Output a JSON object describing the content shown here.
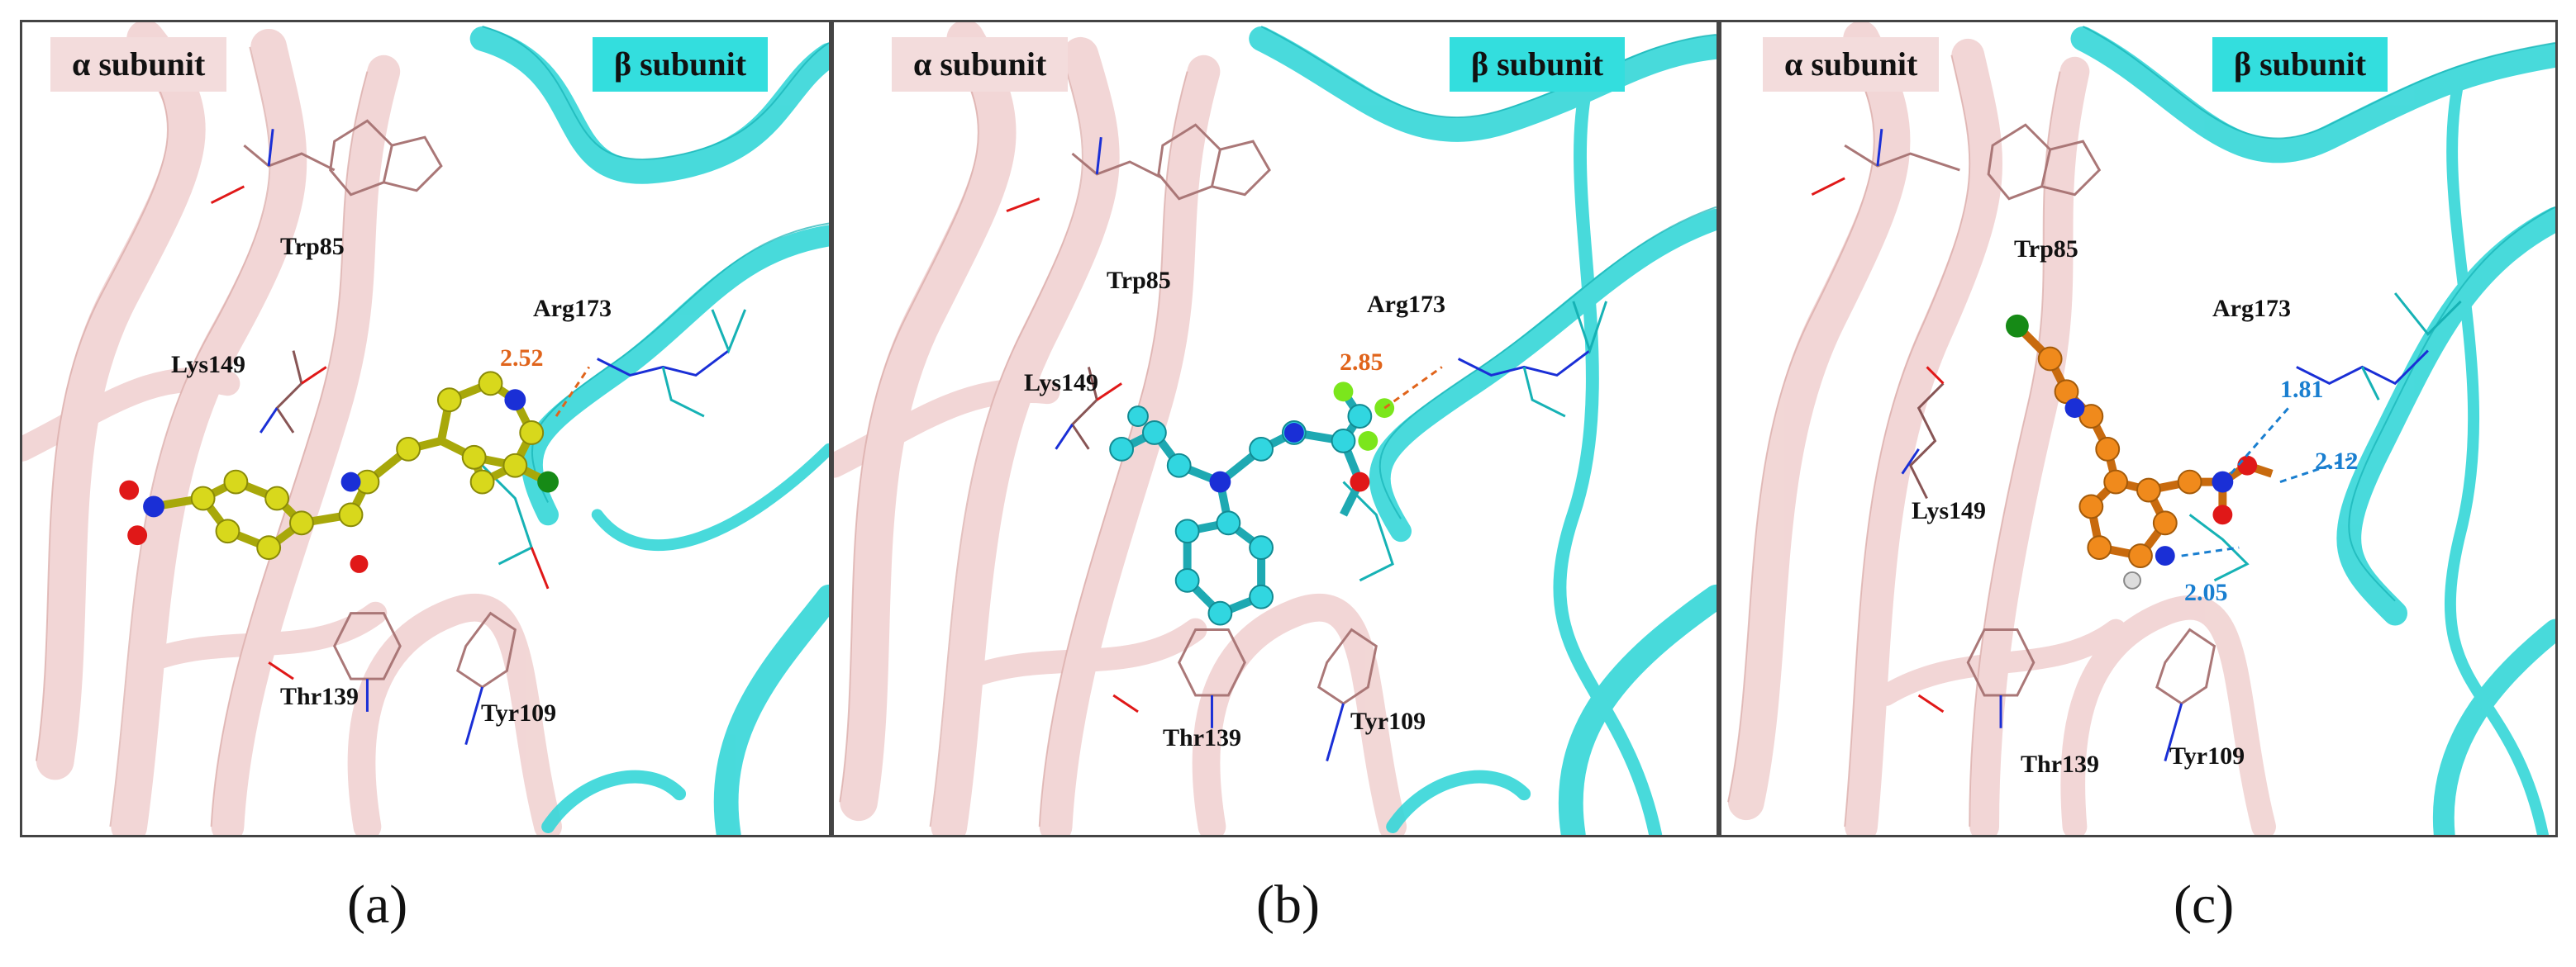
{
  "panels": [
    {
      "id": "a",
      "alpha_label": "α subunit",
      "beta_label": "β subunit",
      "residues": [
        "Trp85",
        "Lys149",
        "Arg173",
        "Thr139",
        "Tyr109"
      ],
      "distances": [
        "2.52"
      ],
      "caption": "(a)"
    },
    {
      "id": "b",
      "alpha_label": "α subunit",
      "beta_label": "β subunit",
      "residues": [
        "Trp85",
        "Lys149",
        "Arg173",
        "Thr139",
        "Tyr109"
      ],
      "distances": [
        "2.85"
      ],
      "caption": "(b)"
    },
    {
      "id": "c",
      "alpha_label": "α subunit",
      "beta_label": "β subunit",
      "residues": [
        "Trp85",
        "Lys149",
        "Arg173",
        "Thr139",
        "Tyr109"
      ],
      "distances": [
        "1.81",
        "2.12",
        "2.05"
      ],
      "caption": "(c)"
    }
  ],
  "colors": {
    "alpha_ribbon": "#f0d0cf",
    "alpha_ribbon_edge": "#d9a9a6",
    "beta_ribbon": "#35d6d8",
    "beta_ribbon_edge": "#16b2b5",
    "ligand_a": "#d8d81c",
    "ligand_b": "#31d6e0",
    "ligand_c": "#f08a1c",
    "nitrogen": "#1a2fd6",
    "oxygen": "#e01818",
    "chlorine": "#168a16",
    "fluorine": "#7be61c",
    "hbond_orange": "#e0641b",
    "hbond_blue": "#1a7fd0"
  }
}
